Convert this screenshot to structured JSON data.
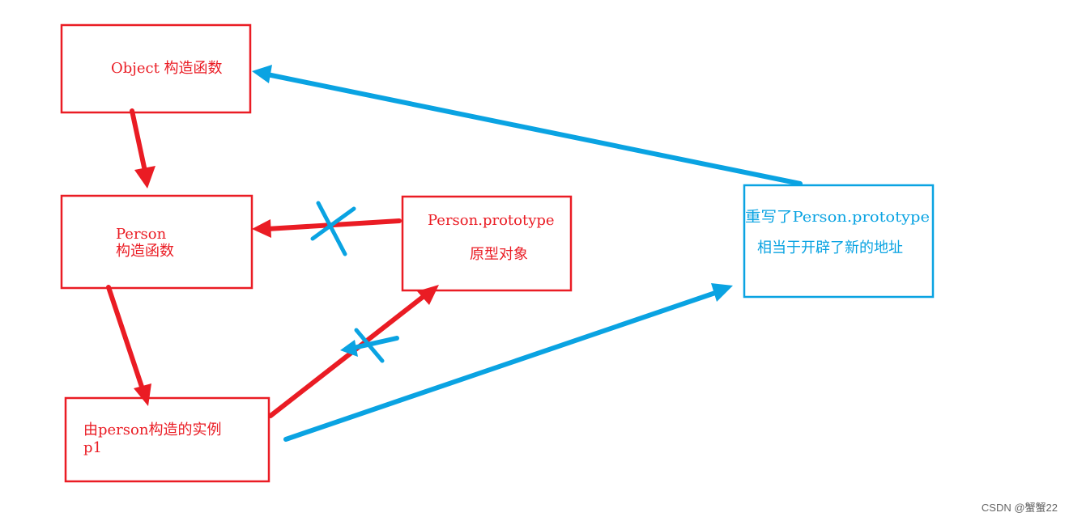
{
  "colors": {
    "red": "#ea1c24",
    "blue": "#0aa3e2",
    "watermark": "#666666"
  },
  "boxes": {
    "object": {
      "label": "Object 构造函数"
    },
    "person": {
      "line1": "Person",
      "line2": "构造函数"
    },
    "prototype": {
      "line1": "Person.prototype",
      "line2": "原型对象"
    },
    "instance": {
      "line1": "由person构造的实例",
      "line2": "p1"
    },
    "new_prototype": {
      "line1": "重写了Person.prototype",
      "line2": "相当于开辟了新的地址"
    }
  },
  "watermark": "CSDN @蟹蟹22"
}
